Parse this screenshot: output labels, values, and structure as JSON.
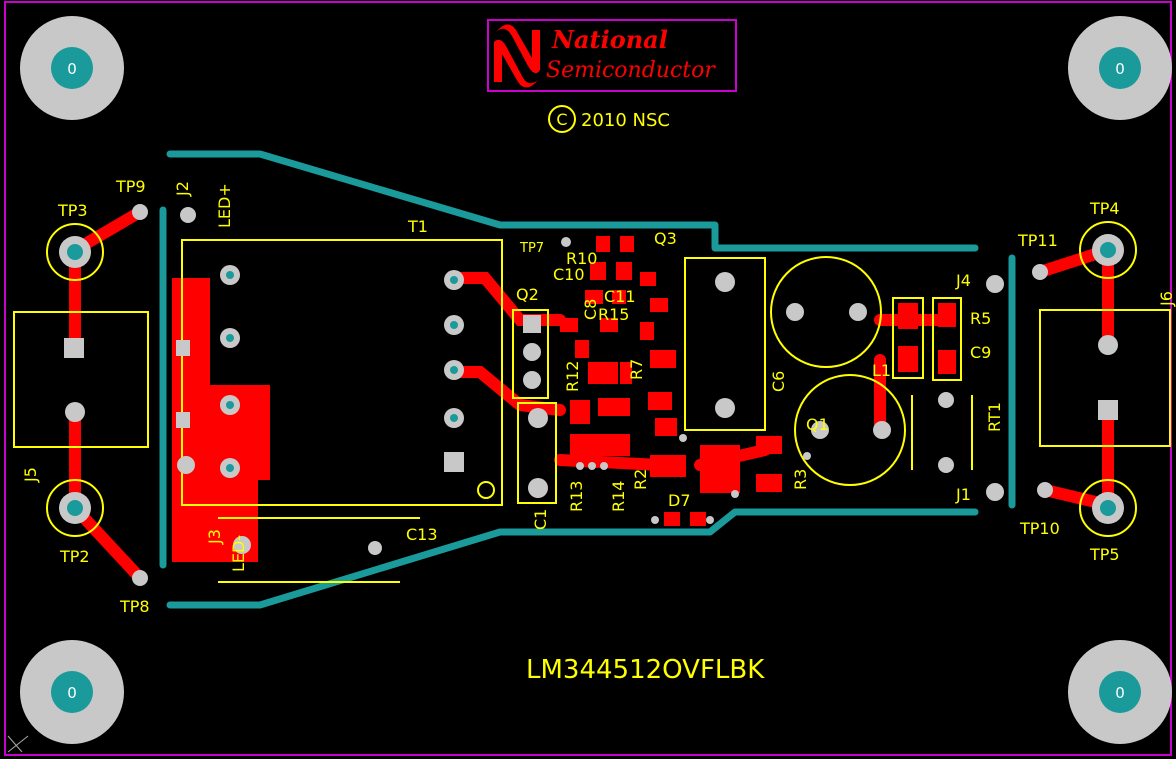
{
  "logo": {
    "line1": "National",
    "line2": "Semiconductor"
  },
  "copyright": "2010 NSC",
  "copyright_symbol": "C",
  "board_name": "LM344512OVFLBK",
  "mount_holes": [
    "0",
    "0",
    "0",
    "0"
  ],
  "components": {
    "tp3": "TP3",
    "tp9": "TP9",
    "j2": "J2",
    "led_plus": "LED+",
    "t1": "T1",
    "tp7": "TP7",
    "r10": "R10",
    "q3": "Q3",
    "c10": "C10",
    "q2": "Q2",
    "c8": "C8",
    "c11": "C11",
    "r15": "R15",
    "r12": "R12",
    "r7": "R7",
    "c6": "C6",
    "tp11": "TP11",
    "tp4": "TP4",
    "j4": "J4",
    "j6": "J6",
    "r5": "R5",
    "c9": "C9",
    "l1": "L1",
    "q1": "Q1",
    "rt1": "RT1",
    "j5": "J5",
    "c1": "C1",
    "r13": "R13",
    "r14": "R14",
    "r2": "R2",
    "r3": "R3",
    "d7": "D7",
    "j3": "J3",
    "led_minus": "LED-",
    "c13": "C13",
    "tp2": "TP2",
    "tp8": "TP8",
    "j1": "J1",
    "tp10": "TP10",
    "tp5": "TP5"
  },
  "colors": {
    "board": "#000000",
    "outline": "#cc00cc",
    "silkscreen": "#ffff00",
    "copper": "#ff0000",
    "keepout": "#1a9a9a",
    "pad": "#c8c8c8",
    "hole": "#1a9a9a"
  }
}
